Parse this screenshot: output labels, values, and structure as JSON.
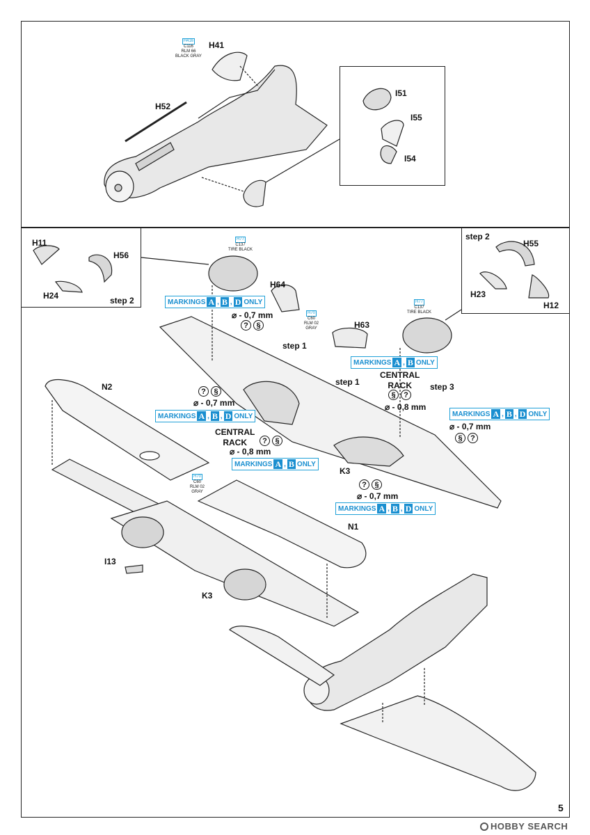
{
  "top_panel": {
    "part_labels": {
      "h41": "H41",
      "h52": "H52",
      "i51": "I51",
      "i55": "I55",
      "i54": "I54"
    },
    "paint_h41": {
      "code": "H416",
      "line1": "C116",
      "line2": "RLM 66",
      "line3": "BLACK GRAY"
    }
  },
  "left_inset": {
    "part_labels": {
      "h11": "H11",
      "h56": "H56",
      "h24": "H24"
    },
    "step": "step 2"
  },
  "right_inset": {
    "step": "step 2",
    "part_labels": {
      "h55": "H55",
      "h23": "H23",
      "h12": "H12"
    }
  },
  "paint_wheelwell_left": {
    "code": "H77",
    "line1": "C137",
    "line2": "TIRE BLACK"
  },
  "paint_wheelwell_right": {
    "code": "H77",
    "line1": "C137",
    "line2": "TIRE BLACK"
  },
  "paint_h64": {
    "code": "H70",
    "line1": "C60",
    "line2": "RLM 02",
    "line3": "GRAY"
  },
  "paint_n2": {
    "code": "H70",
    "line1": "C60",
    "line2": "RLM 02",
    "line3": "GRAY"
  },
  "markings": {
    "prefix": "MARKINGS",
    "suffix": "ONLY",
    "abd": [
      "A",
      "B",
      "D"
    ],
    "ab": [
      "A",
      "B"
    ]
  },
  "drill": {
    "d07": "⌀ - 0,7 mm",
    "d08": "⌀ - 0,8 mm"
  },
  "icons": {
    "question": "?",
    "drill": "§"
  },
  "labels": {
    "step1_a": "step 1",
    "step1_b": "step 1",
    "step3": "step 3",
    "central_rack_a": "CENTRAL\nRACK",
    "central_rack_b": "CENTRAL\nRACK",
    "h64": "H64",
    "h63": "H63",
    "n2": "N2",
    "n1": "N1",
    "k3_a": "K3",
    "k3_b": "K3",
    "i13": "I13"
  },
  "page_number": "5",
  "watermark": "HOBBY SEARCH"
}
